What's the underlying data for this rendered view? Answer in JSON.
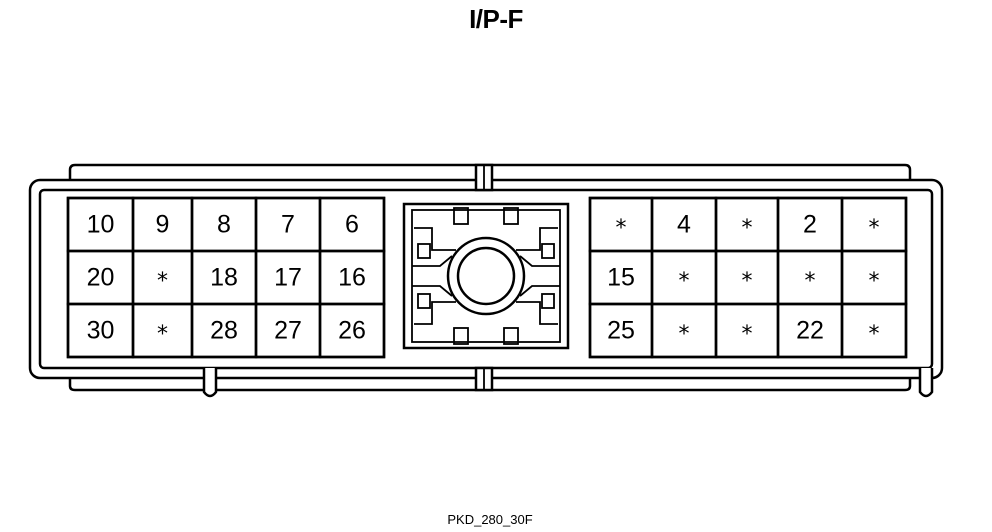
{
  "diagram": {
    "title": "I/P-F",
    "caption": "PKD_280_30F",
    "left_block": {
      "rows": [
        [
          "10",
          "9",
          "8",
          "7",
          "6"
        ],
        [
          "20",
          "*",
          "18",
          "17",
          "16"
        ],
        [
          "30",
          "*",
          "28",
          "27",
          "26"
        ]
      ]
    },
    "right_block": {
      "rows": [
        [
          "*",
          "4",
          "*",
          "2",
          "*"
        ],
        [
          "15",
          "*",
          "*",
          "*",
          "*"
        ],
        [
          "25",
          "*",
          "*",
          "22",
          "*"
        ]
      ]
    }
  }
}
